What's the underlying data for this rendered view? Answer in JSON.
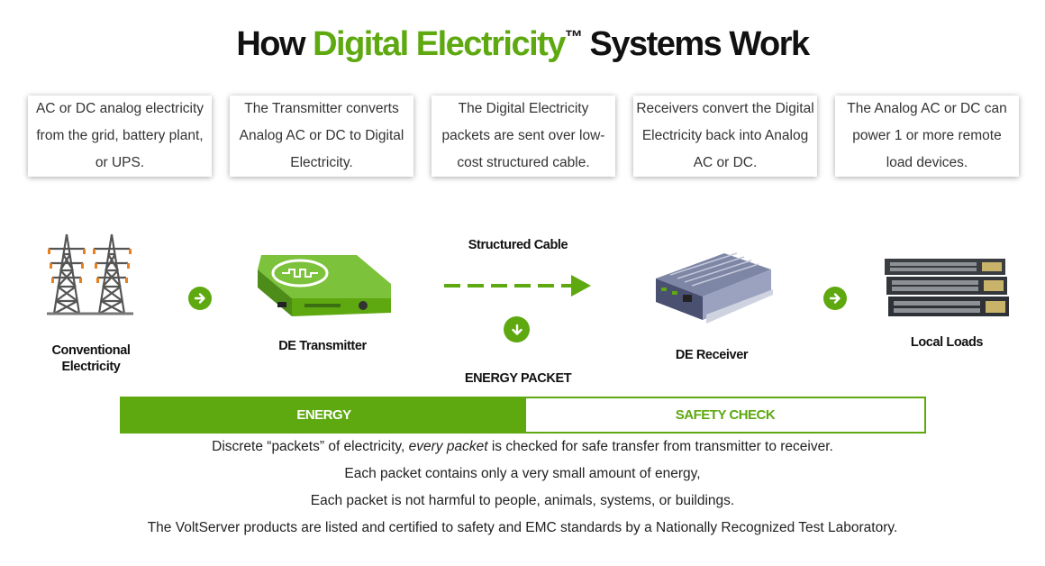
{
  "title": {
    "prefix": "How ",
    "highlight": "Digital Electricity",
    "tm": "™",
    "suffix": " Systems Work"
  },
  "cards": [
    "AC or DC analog electricity from the grid, battery plant, or UPS.",
    "The Transmitter converts Analog AC or DC to Digital Electricity.",
    "The Digital Electricity packets are sent over low-cost structured cable.",
    "Receivers convert the Digital Electricity back into Analog AC or DC.",
    "The Analog AC or DC can power 1 or more remote load devices."
  ],
  "diagram": {
    "conventional_line1": "Conventional",
    "conventional_line2": "Electricity",
    "transmitter": "DE Transmitter",
    "cable": "Structured Cable",
    "energy_packet": "ENERGY PACKET",
    "receiver": "DE Receiver",
    "loads": "Local Loads"
  },
  "bar": {
    "energy": "ENERGY",
    "safety": "SAFETY CHECK"
  },
  "notes": {
    "line1_pre": "Discrete “packets” of electricity, ",
    "line1_em": "every packet",
    "line1_post": " is checked for safe transfer from transmitter to receiver.",
    "line2": "Each packet contains only a very small amount of energy,",
    "line3": "Each packet is not harmful to people, animals, systems, or buildings.",
    "line4": "The VoltServer products are listed and certified to safety and EMC standards by a Nationally Recognized Test Laboratory."
  },
  "colors": {
    "brand_green": "#5ea810"
  }
}
